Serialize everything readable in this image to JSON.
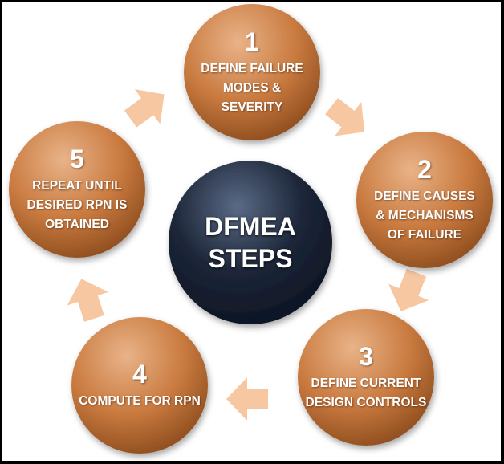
{
  "center": {
    "label": "DFMEA\nSTEPS"
  },
  "steps": [
    {
      "number": "1",
      "label": "DEFINE FAILURE\nMODES &\nSEVERITY"
    },
    {
      "number": "2",
      "label": "DEFINE CAUSES\n& MECHANISMS\nOF FAILURE"
    },
    {
      "number": "3",
      "label": "DEFINE CURRENT\nDESIGN CONTROLS"
    },
    {
      "number": "4",
      "label": "COMPUTE FOR RPN"
    },
    {
      "number": "5",
      "label": "REPEAT UNTIL\nDESIRED RPN IS\nOBTAINED"
    }
  ],
  "colors": {
    "step_light": "#e9b388",
    "step_mid": "#c97a3f",
    "step_dark": "#8a4a1c",
    "arrow": "#f6c7a0",
    "center_light": "#5a6a86",
    "center_dark": "#0b1220",
    "frame_border": "#000000"
  }
}
